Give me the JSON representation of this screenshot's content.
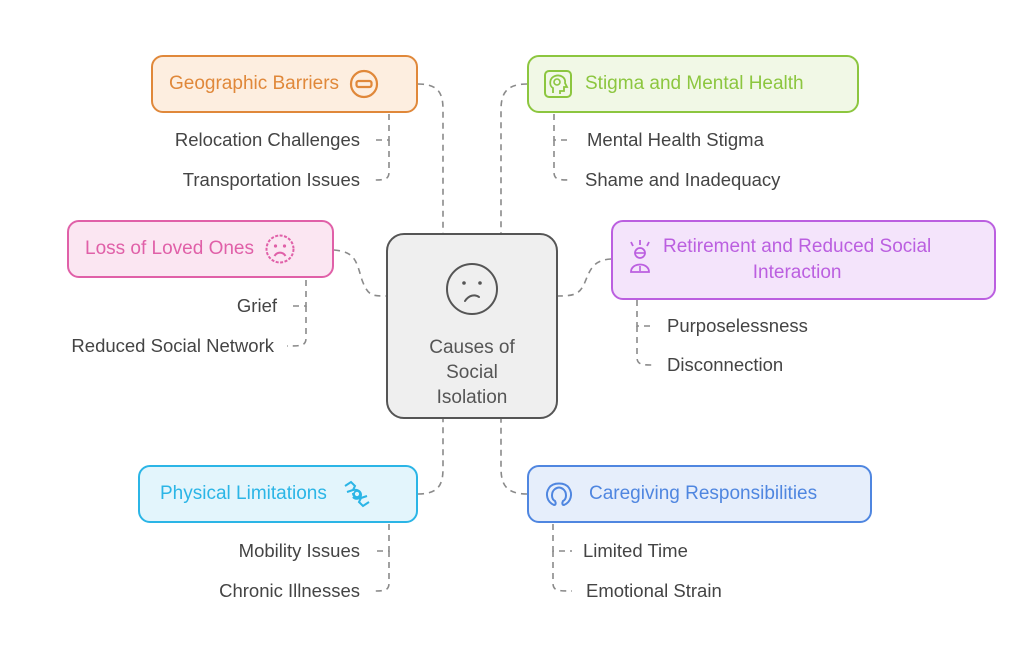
{
  "center": {
    "title_lines": [
      "Causes of",
      "Social",
      "Isolation"
    ],
    "icon": "frowning-face-icon"
  },
  "branches": [
    {
      "id": "geographic",
      "label": "Geographic Barriers",
      "icon": "minus-circle-icon",
      "color": "#e0883a",
      "fill": "#fdeee0",
      "children": [
        "Relocation Challenges",
        "Transportation Issues"
      ]
    },
    {
      "id": "stigma",
      "label": "Stigma and Mental Health",
      "icon": "head-brain-icon",
      "color": "#8cc63f",
      "fill": "#f1f8e6",
      "children": [
        "Mental Health Stigma",
        "Shame and Inadequacy"
      ]
    },
    {
      "id": "loss",
      "label": "Loss of Loved Ones",
      "icon": "sad-face-icon",
      "color": "#e060a8",
      "fill": "#fbe6f2",
      "children": [
        "Grief",
        "Reduced Social Network"
      ]
    },
    {
      "id": "retirement",
      "label_lines": [
        "Retirement and Reduced Social",
        "Interaction"
      ],
      "icon": "stressed-person-icon",
      "color": "#bb5fe0",
      "fill": "#f4e4fb",
      "children": [
        "Purposelessness",
        "Disconnection"
      ]
    },
    {
      "id": "physical",
      "label": "Physical Limitations",
      "icon": "sign-language-icon",
      "color": "#2bb5e6",
      "fill": "#e3f5fc",
      "children": [
        "Mobility Issues",
        "Chronic Illnesses"
      ]
    },
    {
      "id": "caregiving",
      "label": "Caregiving Responsibilities",
      "icon": "caregiving-loop-icon",
      "color": "#4f86e0",
      "fill": "#e6eefb",
      "children": [
        "Limited Time",
        "Emotional Strain"
      ]
    }
  ]
}
